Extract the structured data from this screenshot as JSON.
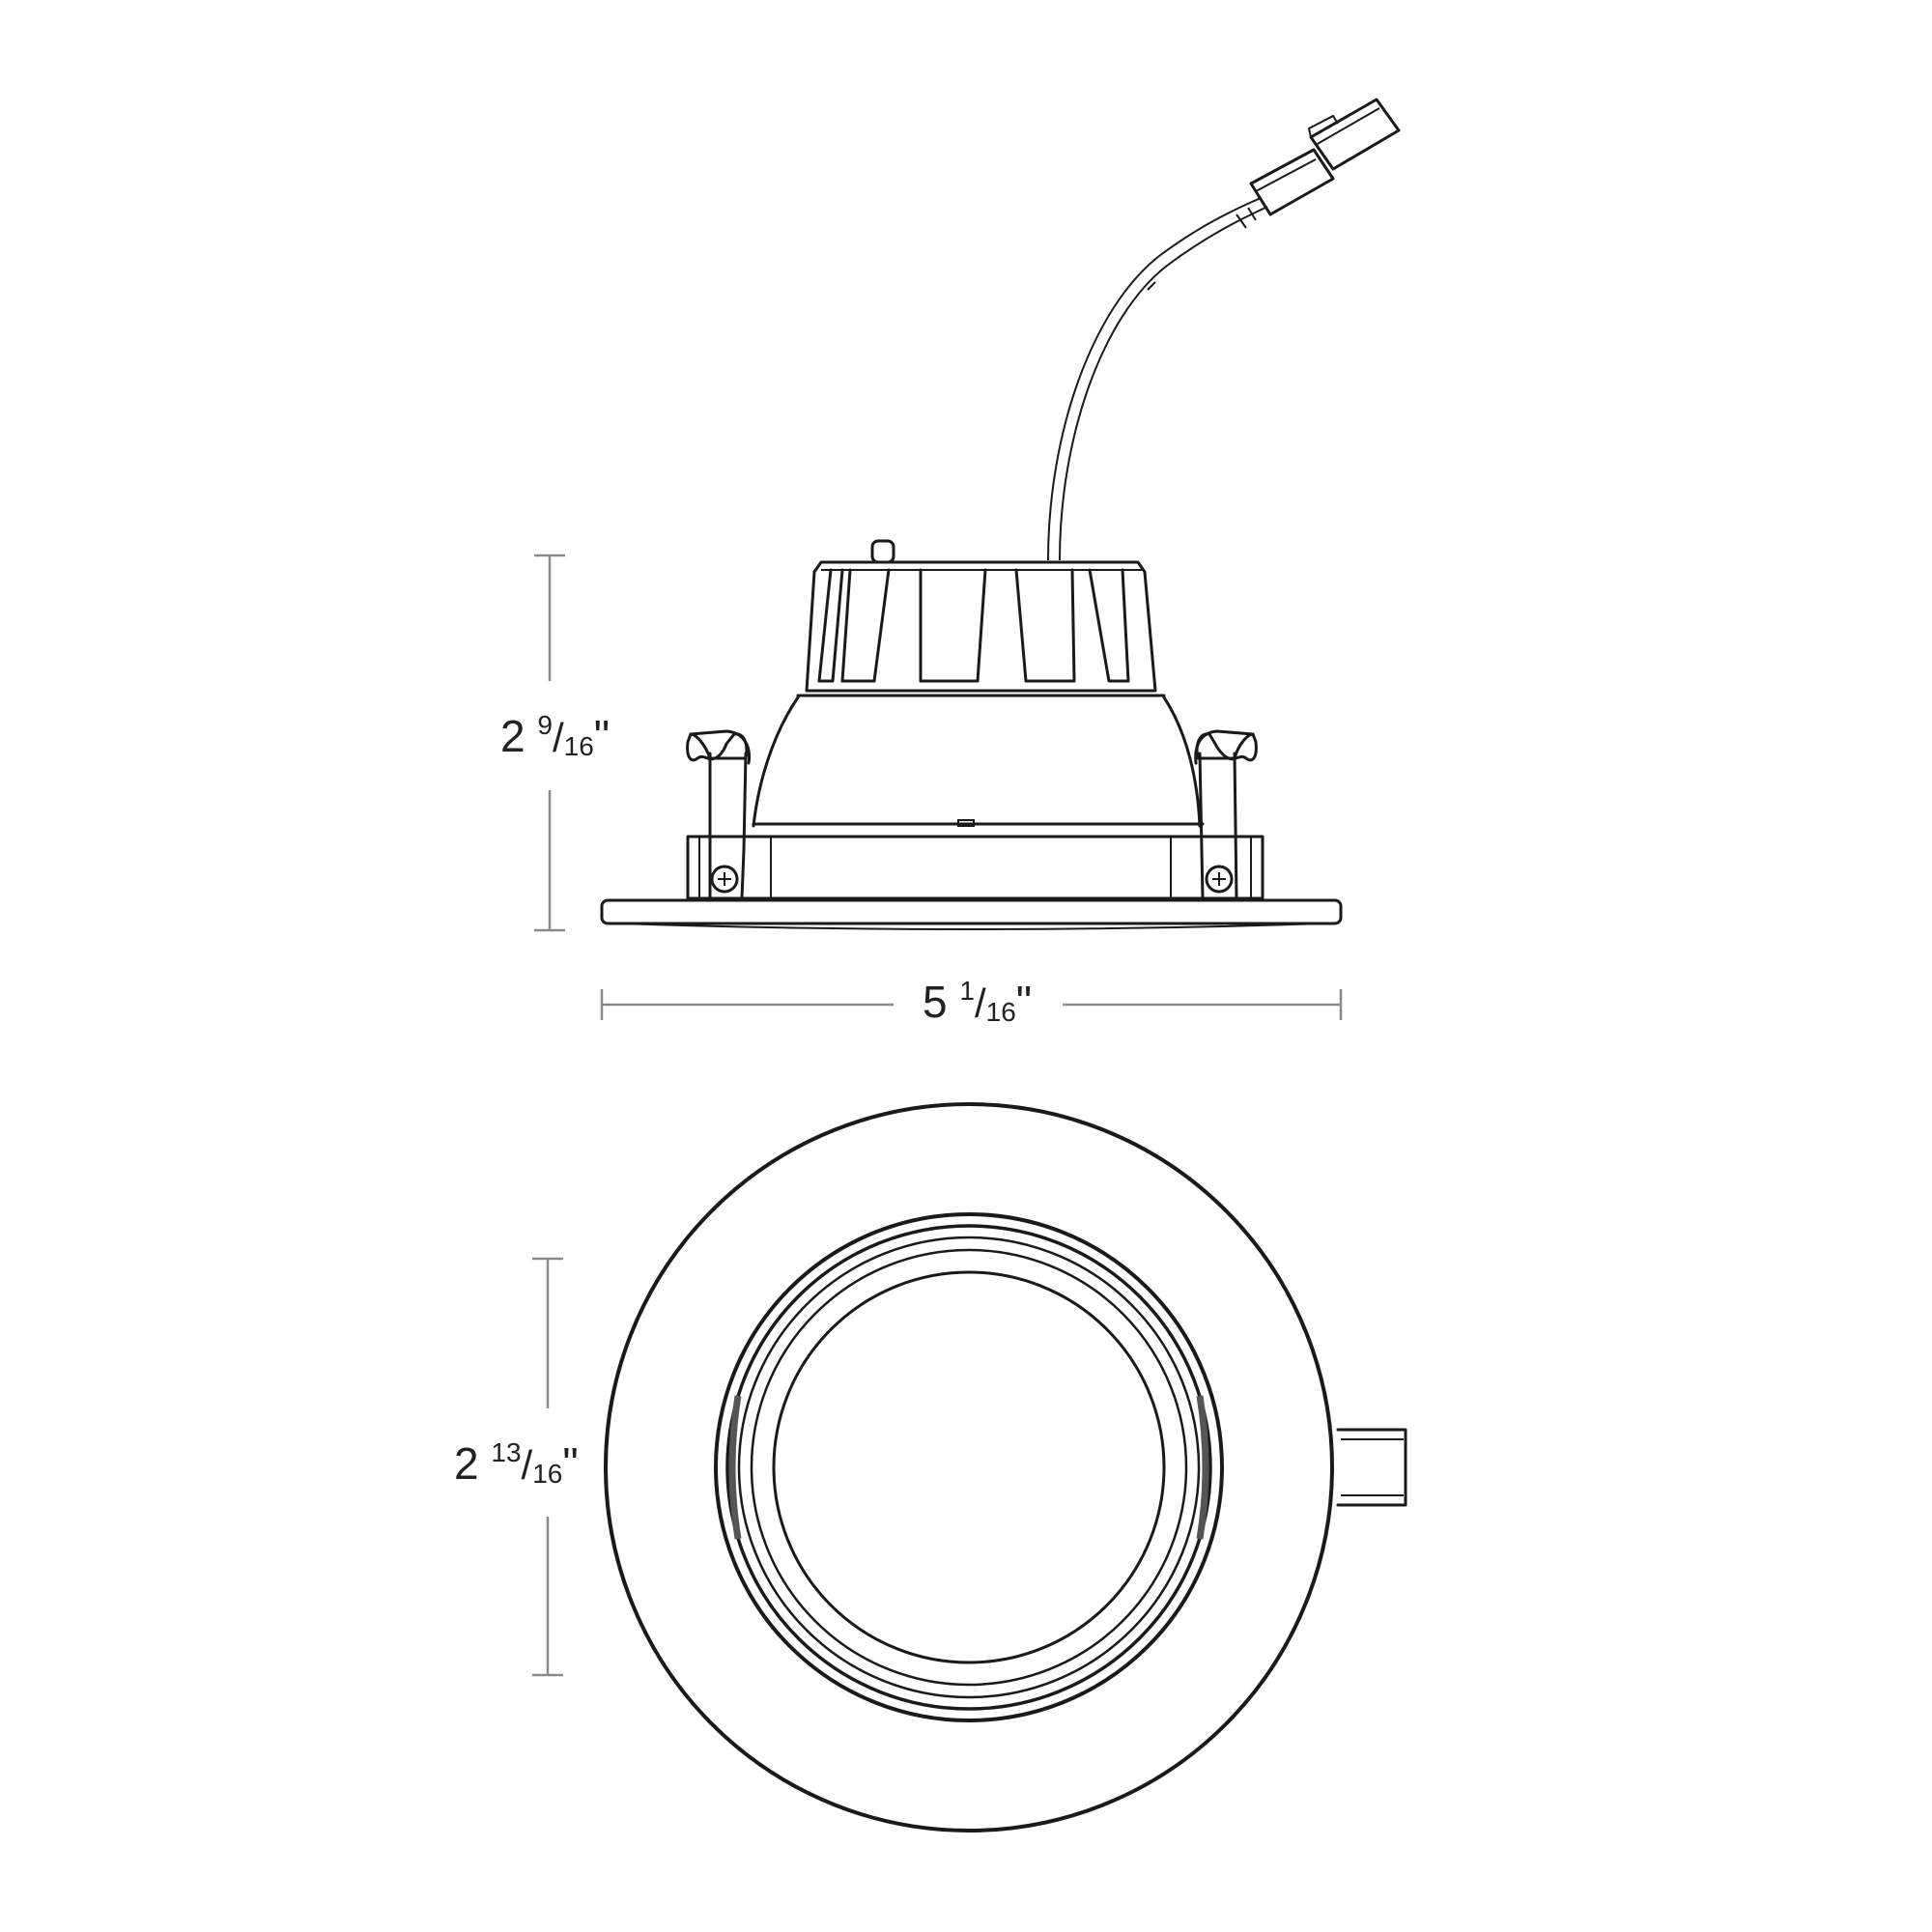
{
  "drawing": {
    "subject": "Recessed LED downlight retrofit — side and bottom views",
    "colors": {
      "line": "#1a1a1a",
      "dimension": "#8a8a8a",
      "background": "#ffffff"
    },
    "views": [
      {
        "name": "side-elevation"
      },
      {
        "name": "bottom-plan"
      }
    ]
  },
  "dimensions": {
    "height": {
      "whole": "2",
      "numerator": "9",
      "denominator": "16",
      "unit": "\""
    },
    "width": {
      "whole": "5",
      "numerator": "1",
      "denominator": "16",
      "unit": "\""
    },
    "aperture": {
      "whole": "2",
      "numerator": "13",
      "denominator": "16",
      "unit": "\""
    }
  }
}
